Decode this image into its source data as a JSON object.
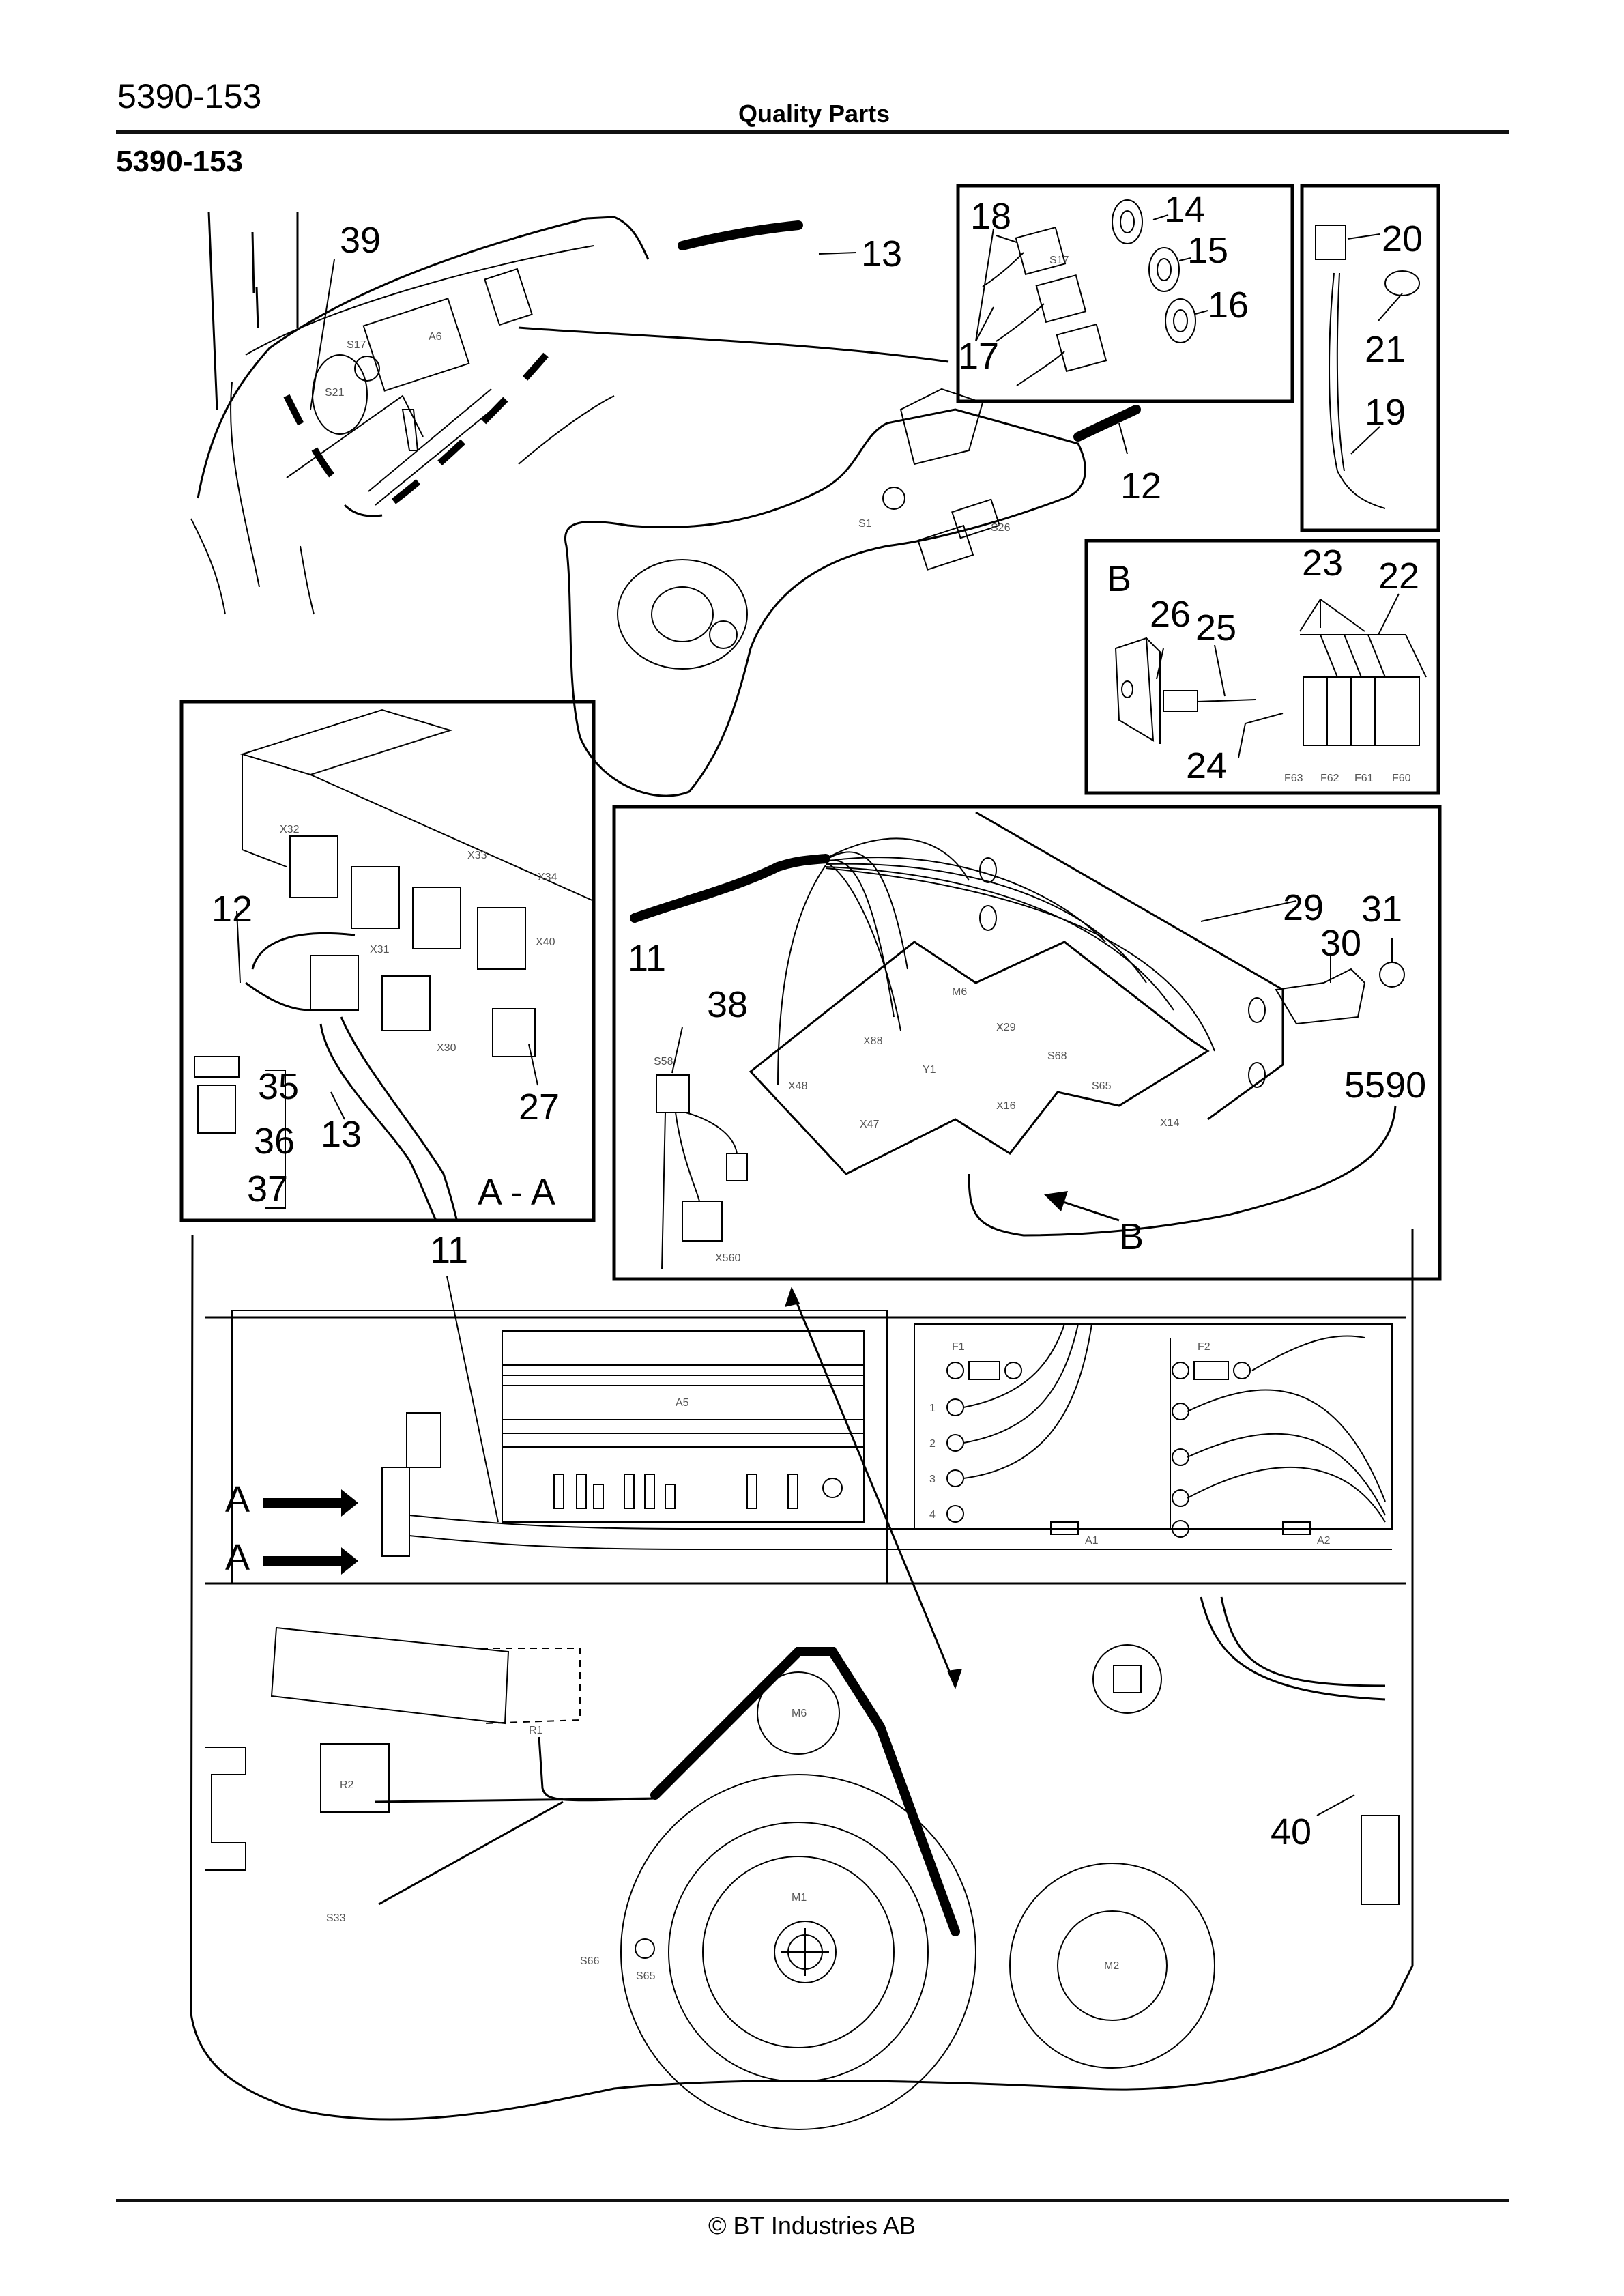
{
  "header": {
    "doc_code": "5390-153",
    "title": "Quality Parts",
    "section_code": "5390-153"
  },
  "footer": {
    "copyright": "© BT Industries AB"
  },
  "callouts": {
    "c11a": "11",
    "c11b": "11",
    "c12a": "12",
    "c12b": "12",
    "c13a": "13",
    "c13b": "13",
    "c14": "14",
    "c15": "15",
    "c16": "16",
    "c17": "17",
    "c18": "18",
    "c19": "19",
    "c20": "20",
    "c21": "21",
    "c22": "22",
    "c23": "23",
    "c24": "24",
    "c25": "25",
    "c26": "26",
    "c27": "27",
    "c29": "29",
    "c30": "30",
    "c31": "31",
    "c35": "35",
    "c36": "36",
    "c37": "37",
    "c38": "38",
    "c39": "39",
    "c40": "40",
    "c5590": "5590"
  },
  "view_labels": {
    "detail_b": "B",
    "arrow_b": "B",
    "section_aa": "A - A",
    "arrow_a1": "A",
    "arrow_a2": "A"
  },
  "component_labels": {
    "dash": [
      "S17",
      "S21",
      "A6"
    ],
    "handle": [
      "S1",
      "S26"
    ],
    "switch_insert": "S17",
    "fuses_b": [
      "F63",
      "F62",
      "F61",
      "F60"
    ],
    "connectors_aa": [
      "X32",
      "X33",
      "X34",
      "X31",
      "X40",
      "X30"
    ],
    "bracket": [
      "M6",
      "X29",
      "X88",
      "S68",
      "Y1",
      "X16",
      "S65",
      "X48",
      "X47",
      "X14",
      "S58",
      "X560"
    ],
    "panel": [
      "A5",
      "F1",
      "F2",
      "A1",
      "A2",
      "1",
      "2",
      "3",
      "4"
    ],
    "motor_area": [
      "M6",
      "M1",
      "M2",
      "R1",
      "R2",
      "S66",
      "S65",
      "S33"
    ]
  }
}
